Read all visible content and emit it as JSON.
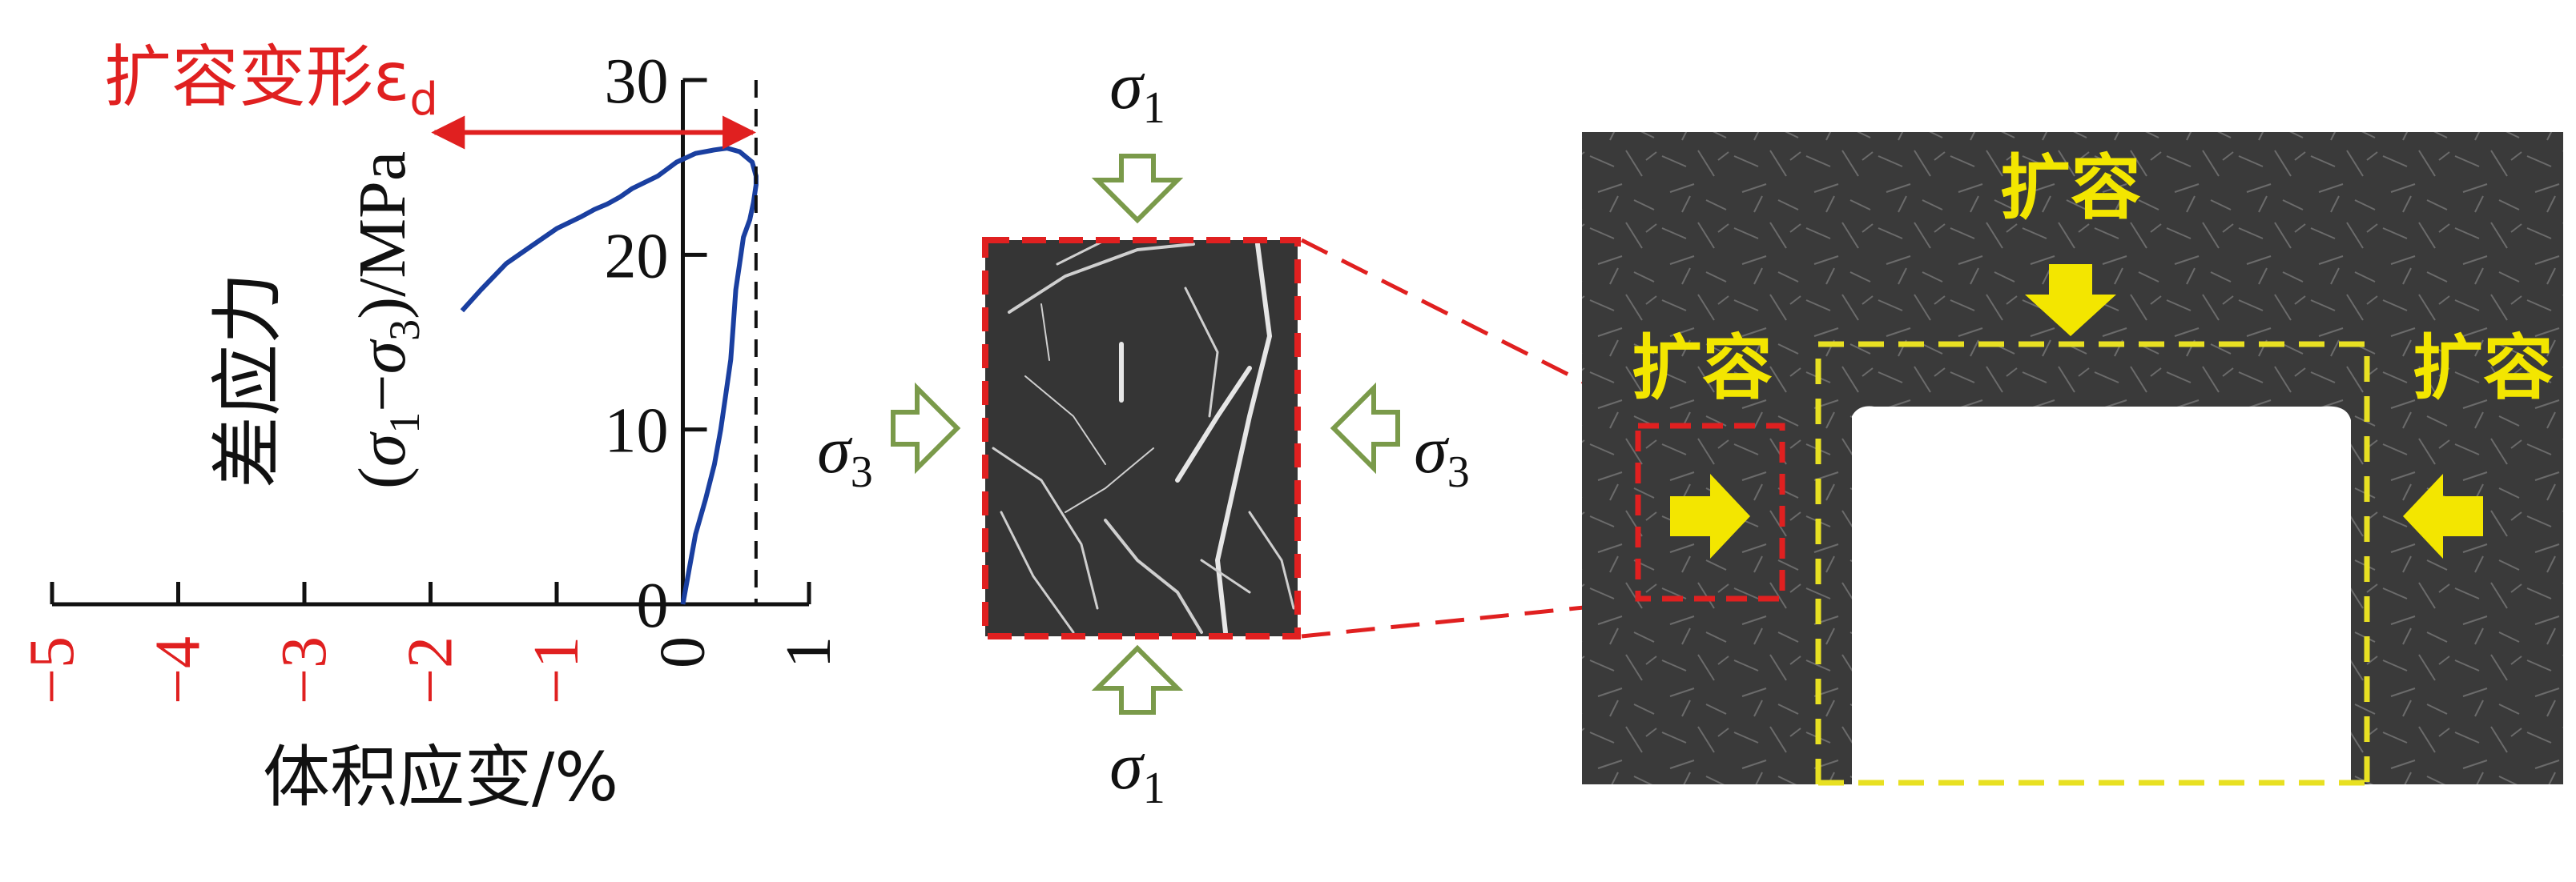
{
  "chart_data": {
    "type": "line",
    "title": "",
    "xlabel": "体积应变/%",
    "ylabel_main": "差应力",
    "ylabel_unit": "(σ1−σ3)/MPa",
    "x_ticks": [
      "−5",
      "−4",
      "−3",
      "−2",
      "−1",
      "0",
      "1"
    ],
    "x_tick_values": [
      -5,
      -4,
      -3,
      -2,
      -1,
      0,
      1
    ],
    "y_ticks": [
      "0",
      "10",
      "20",
      "30"
    ],
    "y_tick_values": [
      0,
      10,
      20,
      30
    ],
    "xlim": [
      -5,
      1
    ],
    "ylim": [
      0,
      30
    ],
    "series": [
      {
        "x": [
          0.0,
          0.05,
          0.1,
          0.18,
          0.25,
          0.3,
          0.34,
          0.38,
          0.4,
          0.42,
          0.44,
          0.46,
          0.48,
          0.53,
          0.56,
          0.58,
          0.58,
          0.55,
          0.45,
          0.35,
          0.25,
          0.1,
          -0.05,
          -0.2,
          -0.4,
          -0.5,
          -0.6,
          -0.7,
          -0.8,
          -1.0,
          -1.2,
          -1.4,
          -1.6,
          -1.75
        ],
        "y": [
          0,
          2,
          4,
          6,
          8,
          10,
          12,
          14,
          16,
          18,
          19,
          20,
          21,
          22,
          23,
          24,
          24.5,
          25.3,
          25.9,
          26.1,
          26.0,
          25.8,
          25.3,
          24.5,
          23.8,
          23.3,
          22.9,
          22.6,
          22.2,
          21.5,
          20.5,
          19.5,
          18.0,
          16.8
        ],
        "color": "#1a3fa0"
      }
    ],
    "dilatancy_label": "扩容变形ε",
    "dilatancy_sub": "d",
    "dilatancy_arrow_x": [
      -2.0,
      0.58
    ],
    "dilatancy_y": 27,
    "annotation_color": "#e02020"
  },
  "sample": {
    "sigma_symbol": "σ",
    "sigma1_sub": "1",
    "sigma3_sub": "3",
    "arrow_color": "#7a9a4a"
  },
  "tunnel": {
    "label": "扩容",
    "arrow_color": "#f3e600",
    "box_color": "#e8e022",
    "zoom_box_color": "#e02020"
  }
}
